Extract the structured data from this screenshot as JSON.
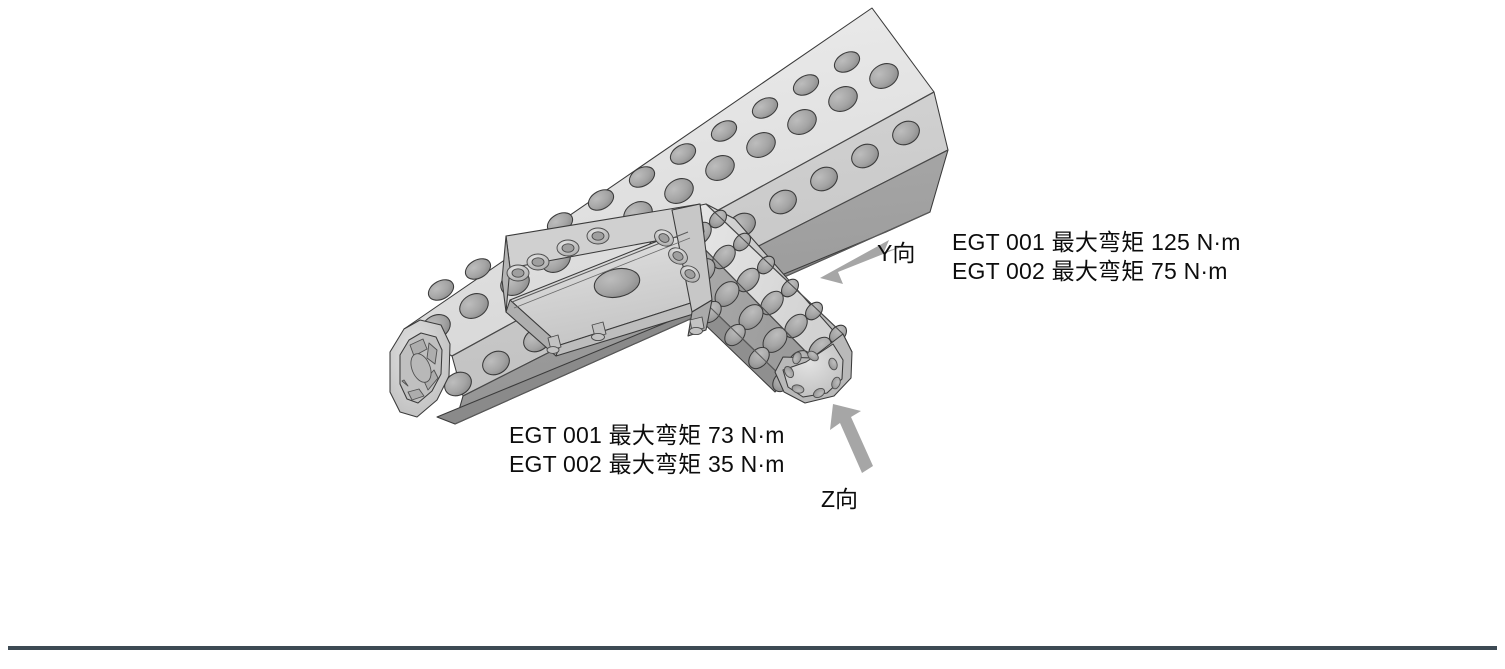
{
  "figure": {
    "title": "T-joint octagonal perforated tube assembly with gusset bracket",
    "background_color": "#ffffff",
    "rule_color": "#3d4a54"
  },
  "annotations": {
    "y_direction": {
      "arrow_name": "y-direction-arrow",
      "label": "Y向",
      "lines": [
        "EGT 001 最大弯矩 125 N·m",
        "EGT 002 最大弯矩 75 N·m"
      ]
    },
    "z_direction": {
      "arrow_name": "z-direction-arrow",
      "label": "Z向",
      "lines": [
        "EGT 001 最大弯矩 73 N·m",
        "EGT 002 最大弯矩 35 N·m"
      ]
    }
  },
  "model_colors": {
    "face_highlight": "#e6e6e6",
    "face_light": "#dcdcdc",
    "face_mid": "#c9c9c9",
    "face_mid_dark": "#b4b4b4",
    "face_dark": "#9a9a9a",
    "face_darker": "#868686",
    "hole_fill": "#b0b0b0",
    "hole_shadow": "#8d8d8d",
    "outline": "#3a3a3a",
    "arrow_fill": "#a6a6a6"
  },
  "components": [
    {
      "name": "main-beam-tube",
      "description": "octagonal perforated tube running upper-right to lower-left"
    },
    {
      "name": "branch-tube",
      "description": "octagonal perforated tube running down-right from joint"
    },
    {
      "name": "gusset-bracket",
      "description": "triangular gusset plate with central lightening hole"
    },
    {
      "name": "fastener-set",
      "description": "socket-head bolts securing bracket to tubes"
    },
    {
      "name": "main-beam-end-cap",
      "description": "octagonal end cap with internal ribs at lower-left"
    },
    {
      "name": "branch-tube-end-cap",
      "description": "octagonal end face with ring of holes at lower-right"
    }
  ]
}
